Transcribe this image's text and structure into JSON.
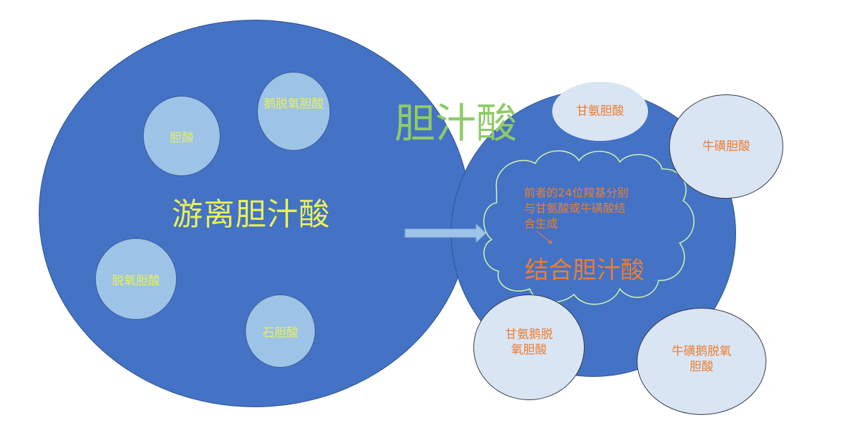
{
  "title": "胆汁酸",
  "colors": {
    "big_circle": "#4472c4",
    "inner_circle": "#9dc3e6",
    "satellite": "#dae5f4",
    "title_green": "#8fcb68",
    "free_label_yellow": "#e8f05a",
    "conjugated_orange": "#ed7d31",
    "cloud_outline": "#c9f0b0",
    "arrow_fill": "#9dc3e6"
  },
  "free_bile_acids": {
    "label": "游离胆汁酸",
    "items": [
      {
        "label": "胆酸"
      },
      {
        "label": "鹅脱氧胆酸"
      },
      {
        "label": "脱氧胆酸"
      },
      {
        "label": "石胆酸"
      }
    ]
  },
  "arrow": {
    "direction": "right"
  },
  "conjugated_bile_acids": {
    "label": "结合胆汁酸",
    "description_lines": [
      "前者的24位羧基分别",
      "与甘氨酸或牛磺酸结",
      "合生成"
    ],
    "items": [
      {
        "label": "甘氨胆酸"
      },
      {
        "label": "牛磺胆酸"
      },
      {
        "label_lines": [
          "甘氨鹅脱",
          "氧胆酸"
        ]
      },
      {
        "label_lines": [
          "牛磺鹅脱氧",
          "胆酸"
        ]
      }
    ]
  }
}
